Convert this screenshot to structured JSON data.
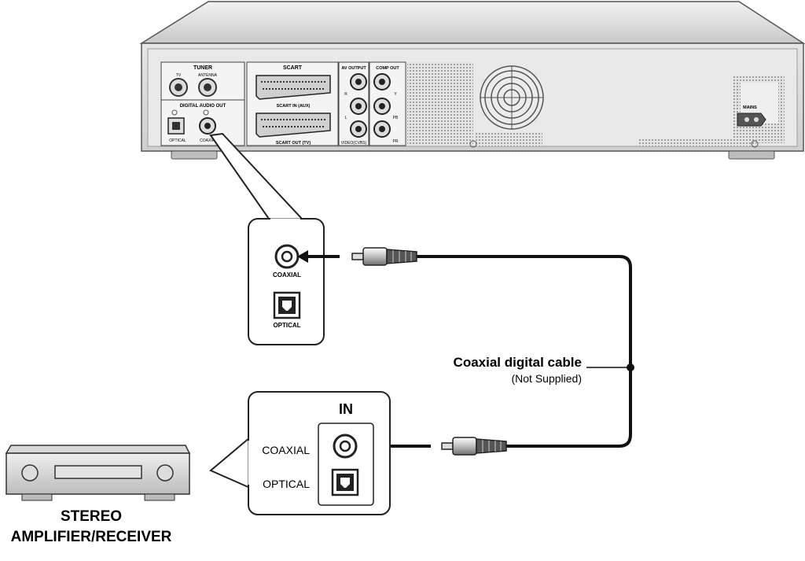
{
  "device_panel": {
    "tuner_label": "TUNER",
    "tv_label": "TV",
    "antenna_label": "ANTENNA",
    "digital_audio_out_label": "DIGITAL  AUDIO  OUT",
    "optical_small_label": "OPTICAL",
    "coaxial_small_label": "COAXIAL",
    "scart_label": "SCART",
    "scart_in_label": "SCART IN (AUX)",
    "scart_out_label": "SCART OUT (TV)",
    "av_output_label": "AV  OUTPUT",
    "r_label": "R",
    "l_label": "L",
    "video_label": "VIDEO(CVBS)",
    "comp_out_label": "COMP OUT",
    "y_label": "Y",
    "pb_label": "PB",
    "pr_label": "PR",
    "mains_label": "MAINS"
  },
  "zoom_top": {
    "coaxial_label": "COAXIAL",
    "optical_label": "OPTICAL"
  },
  "cable": {
    "title": "Coaxial digital cable",
    "note": "(Not Supplied)"
  },
  "zoom_bottom": {
    "in_label": "IN",
    "coaxial_label": "COAXIAL",
    "optical_label": "OPTICAL"
  },
  "receiver": {
    "line1": "STEREO",
    "line2": "AMPLIFIER/RECEIVER"
  }
}
